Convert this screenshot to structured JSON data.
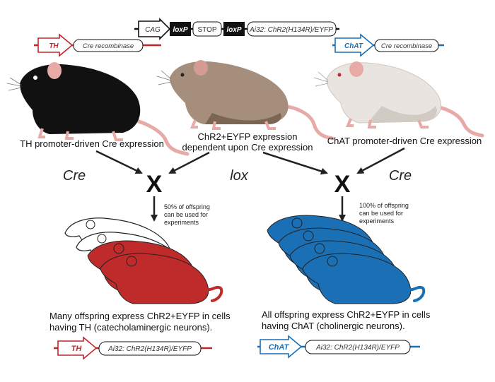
{
  "colors": {
    "th_red": "#c0272d",
    "chat_blue": "#1a6fb5",
    "black": "#111111",
    "mouse_black": "#111111",
    "mouse_brown": "#a58e7c",
    "mouse_brown_dark": "#7a6652",
    "mouse_white": "#e9e4df",
    "tail_pink": "#e7aaa6",
    "offspring_red": "#bf2a2a",
    "offspring_blue": "#1a6fb5"
  },
  "construct_top": {
    "promoter": "CAG",
    "lox1": "loxP",
    "stop": "STOP",
    "lox2": "loxP",
    "gene": "Ai32: ChR2(H134R)/EYFP"
  },
  "th_construct": {
    "promoter": "TH",
    "gene": "Cre recombinase"
  },
  "chat_construct": {
    "promoter": "ChAT",
    "gene": "Cre recombinase"
  },
  "captions": {
    "left": "TH promoter-driven Cre expression",
    "middle_line1": "ChR2+EYFP expression",
    "middle_line2": "dependent upon Cre expression",
    "right": "ChAT promoter-driven Cre expression"
  },
  "cross": {
    "left_label": "Cre",
    "middle_label": "lox",
    "right_label": "Cre",
    "symbol": "X"
  },
  "offspring_notes": {
    "left": [
      "50% of offspring",
      "can be used for",
      "experiments"
    ],
    "right": [
      "100% of offspring",
      "can be used for",
      "experiments"
    ]
  },
  "results": {
    "left_line1": "Many offspring express ChR2+EYFP in cells",
    "left_line2": "having TH (catecholaminergic neurons).",
    "right_line1": "All offspring express ChR2+EYFP in cells",
    "right_line2": "having ChAT (cholinergic neurons)."
  },
  "th_result_construct": {
    "promoter": "TH",
    "gene": "Ai32: ChR2(H134R)/EYFP"
  },
  "chat_result_construct": {
    "promoter": "ChAT",
    "gene": "Ai32: ChR2(H134R)/EYFP"
  }
}
